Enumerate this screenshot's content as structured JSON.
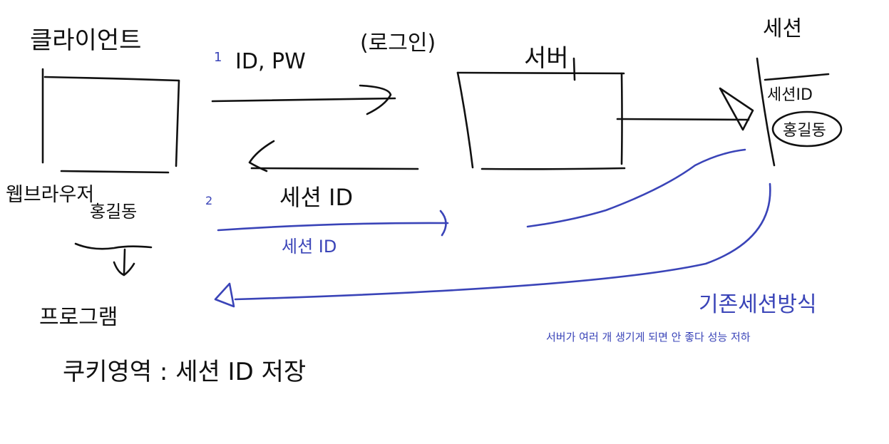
{
  "labels": {
    "client": "클라이언트",
    "login_paren": "(로그인)",
    "server": "서버",
    "session_store": "세션",
    "step1_number": "1",
    "step1_label": "ID, PW",
    "step2_number": "2",
    "session_id_return": "세션 ID",
    "session_id_send": "세션 ID",
    "session_box_id": "세션ID",
    "session_box_user": "홍길동",
    "web_browser": "웹브라우저",
    "browser_user": "홍길동",
    "program": "프로그램",
    "cookie_store": "쿠키영역 : 세션 ID 저장",
    "method_title": "기존세션방식",
    "method_note": "서버가 여러 개 생기게 되면 안 좋다 성능 저하"
  },
  "colors": {
    "ink": "#111111",
    "blue_ink": "#3a44b8",
    "background": "#ffffff"
  }
}
